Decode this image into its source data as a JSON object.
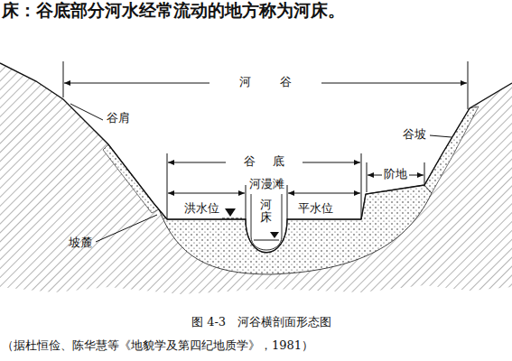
{
  "diagram": {
    "title": "床：谷底部分河水经常流动的地方称为河床。",
    "caption": "图 4-3　河谷横剖面形态图",
    "labels": [
      "河谷",
      "谷肩",
      "谷坡",
      "谷底",
      "河漫滩",
      "河床",
      "阶地",
      "洪水位",
      "平水位",
      "坡麓",
      "（据杜恒俭、陈华慧等《地貌学及第四纪地质学》，1981）"
    ]
  }
}
